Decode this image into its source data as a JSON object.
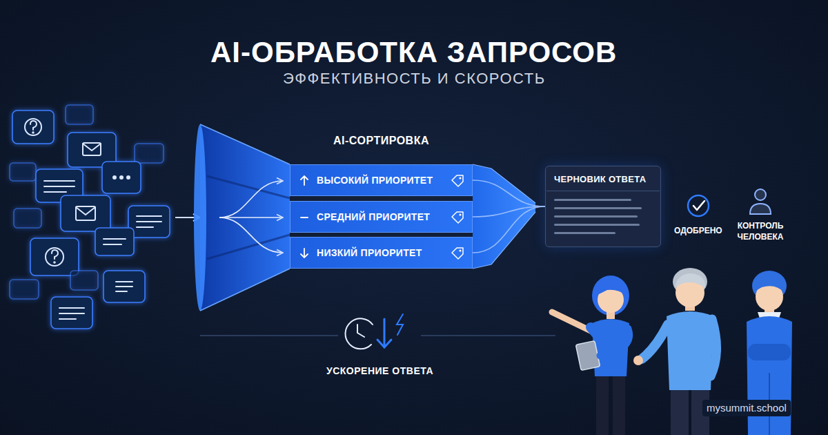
{
  "diagram": {
    "title": "AI-ОБРАБОТКА ЗАПРОСОВ",
    "nodes": [
      {
        "text": [
          "AI-СОРТИРОВКА"
        ]
      },
      {
        "text": [
          "ВЫСОКИЙ ПРИОРИТЕТ"
        ],
        "in": 0
      },
      {
        "text": [
          "СРЕДНИЙ ПРИОРИТЕТ"
        ],
        "in": 0
      },
      {
        "text": [
          "НИЗКИЙ ПРИОРИТЕТ"
        ],
        "in": 0
      },
      {
        "text": [
          "ЧЕРНОВИК ОТВЕТА"
        ]
      }
    ],
    "edges": [
      {
        "from": 1,
        "to": 4,
        "arrow": "none"
      },
      {
        "from": 2,
        "to": 4,
        "arrow": "none"
      },
      {
        "from": 3,
        "to": 4,
        "arrow": "none"
      }
    ],
    "labels": [
      "ЭФФЕКТИВНОСТЬ И СКОРОСТЬ",
      "ОДОБРЕНО",
      "КОНТРОЛЬ ЧЕЛОВЕКА",
      "УСКОРЕНИЕ ОТВЕТА",
      "mysummit.school"
    ]
  }
}
